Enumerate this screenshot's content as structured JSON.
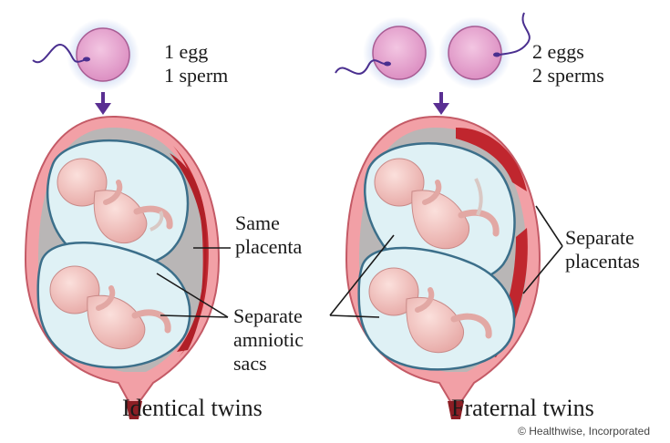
{
  "identical": {
    "conception_line1": "1 egg",
    "conception_line2": "1 sperm",
    "placenta_line1": "Same",
    "placenta_line2": "placenta",
    "sacs_line1": "Separate",
    "sacs_line2": "amniotic",
    "sacs_line3": "sacs",
    "caption": "Identical twins"
  },
  "fraternal": {
    "conception_line1": "2 eggs",
    "conception_line2": "2 sperms",
    "placenta_line1": "Separate",
    "placenta_line2": "placentas",
    "caption": "Fraternal twins"
  },
  "credit": "© Healthwise, Incorporated",
  "colors": {
    "egg": "#e7a6cf",
    "egg_glow": "#c9d6f2",
    "sperm": "#4a2f8f",
    "arrow": "#5a2f92",
    "uterus_wall": "#f2a0a6",
    "placenta": "#c0262e",
    "sac_fluid": "#dff1f5",
    "sac_border": "#3c6f8a",
    "fetus": "#f4c7c2"
  }
}
